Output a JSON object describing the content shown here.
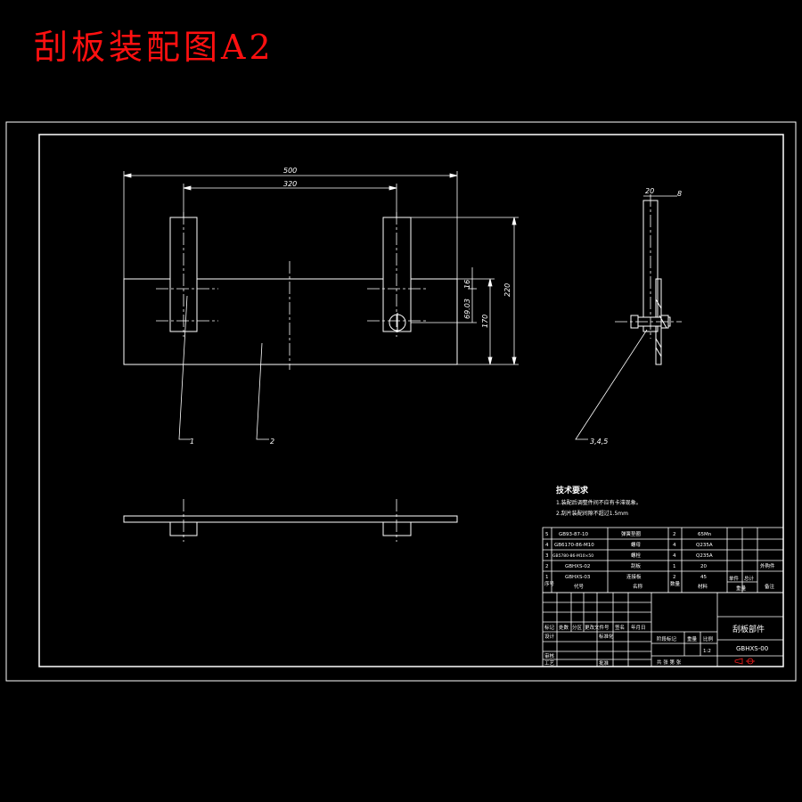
{
  "title": "刮板装配图A2",
  "dimensions": {
    "overall_width": "500",
    "hole_spacing": "320",
    "overall_height": "220",
    "plate_height": "170",
    "slot_offset": "69.03",
    "top_offset": "16",
    "side_width": "20",
    "side_thickness": "8"
  },
  "balloons": [
    "1",
    "2",
    "3,4,5"
  ],
  "notes": {
    "heading": "技术要求",
    "lines": [
      "1.装配后调整件间不应有卡滞现象。",
      "2.刮片装配间隙不超过1.5mm"
    ]
  },
  "bom": {
    "rows": [
      {
        "no": "5",
        "code": "GB93-87-10",
        "name": "弹簧垫圈",
        "qty": "2",
        "material": "65Mn",
        "note": ""
      },
      {
        "no": "4",
        "code": "GB6170-86-M10",
        "name": "螺母",
        "qty": "4",
        "material": "Q235A",
        "note": ""
      },
      {
        "no": "3",
        "code": "GB5780-86-M10×50",
        "name": "螺栓",
        "qty": "4",
        "material": "Q235A",
        "note": ""
      },
      {
        "no": "2",
        "code": "GBHXS-02",
        "name": "刮板",
        "qty": "1",
        "material": "20",
        "note": "外购件"
      },
      {
        "no": "1",
        "code": "GBHXS-03",
        "name": "连接板",
        "qty": "2",
        "material": "45",
        "note": ""
      }
    ],
    "header": {
      "no": "序号",
      "code": "代号",
      "name": "名称",
      "qty": "数量",
      "material": "材料",
      "single": "单件",
      "total": "总计",
      "weight": "重量",
      "note": "备注"
    }
  },
  "title_block": {
    "row_labels": [
      "标记",
      "处数",
      "分区",
      "更改文件号",
      "签名",
      "年月日"
    ],
    "design": "设计",
    "standard": "标准化",
    "review": "审核",
    "process": "工艺",
    "approve": "批准",
    "stage": "阶段标记",
    "weight": "重量",
    "scale": "比例",
    "scale_value": "1:2",
    "drawing_name": "刮板部件",
    "drawing_no": "GBHXS-00",
    "sheet": "共 张 第 张"
  }
}
